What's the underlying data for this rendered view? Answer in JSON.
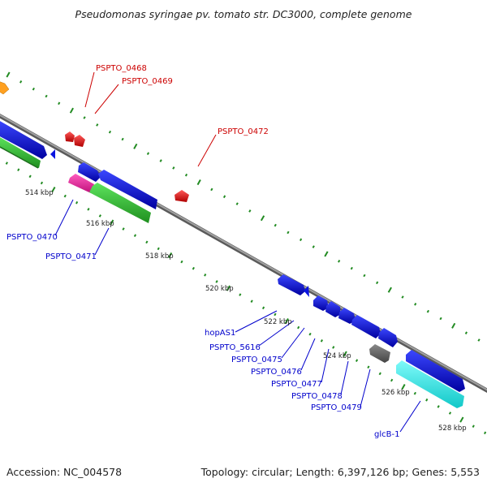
{
  "title": "Pseudomonas syringae pv. tomato str. DC3000, complete genome",
  "accession": "Accession: NC_004578",
  "topology": "Topology: circular; Length: 6,397,126 bp; Genes: 5,553",
  "kbp_labels": [
    "514 kbp",
    "516 kbp",
    "518 kbp",
    "520 kbp",
    "522 kbp",
    "524 kbp",
    "526 kbp",
    "528 kbp"
  ],
  "gene_labels_red": [
    "PSPTO_0468",
    "PSPTO_0469",
    "PSPTO_0472"
  ],
  "gene_labels_blue": [
    "PSPTO_0470",
    "PSPTO_0471",
    "hopAS1",
    "PSPTO_5616",
    "PSPTO_0475",
    "PSPTO_0476",
    "PSPTO_0477",
    "PSPTO_0478",
    "PSPTO_0479",
    "glcB-1"
  ],
  "colors": {
    "backbone": "#808080",
    "tick": "#228B22",
    "red_feature": "#E8141B",
    "blue_feature": "#0A14E0",
    "green_feature": "#3CCB3C",
    "pink_feature": "#F020A0",
    "cyan_feature": "#10F0F0",
    "gray_feature": "#6B6B6B",
    "orange_feature": "#FFA020",
    "red_label": "#CC0000",
    "blue_label": "#0000CC"
  }
}
